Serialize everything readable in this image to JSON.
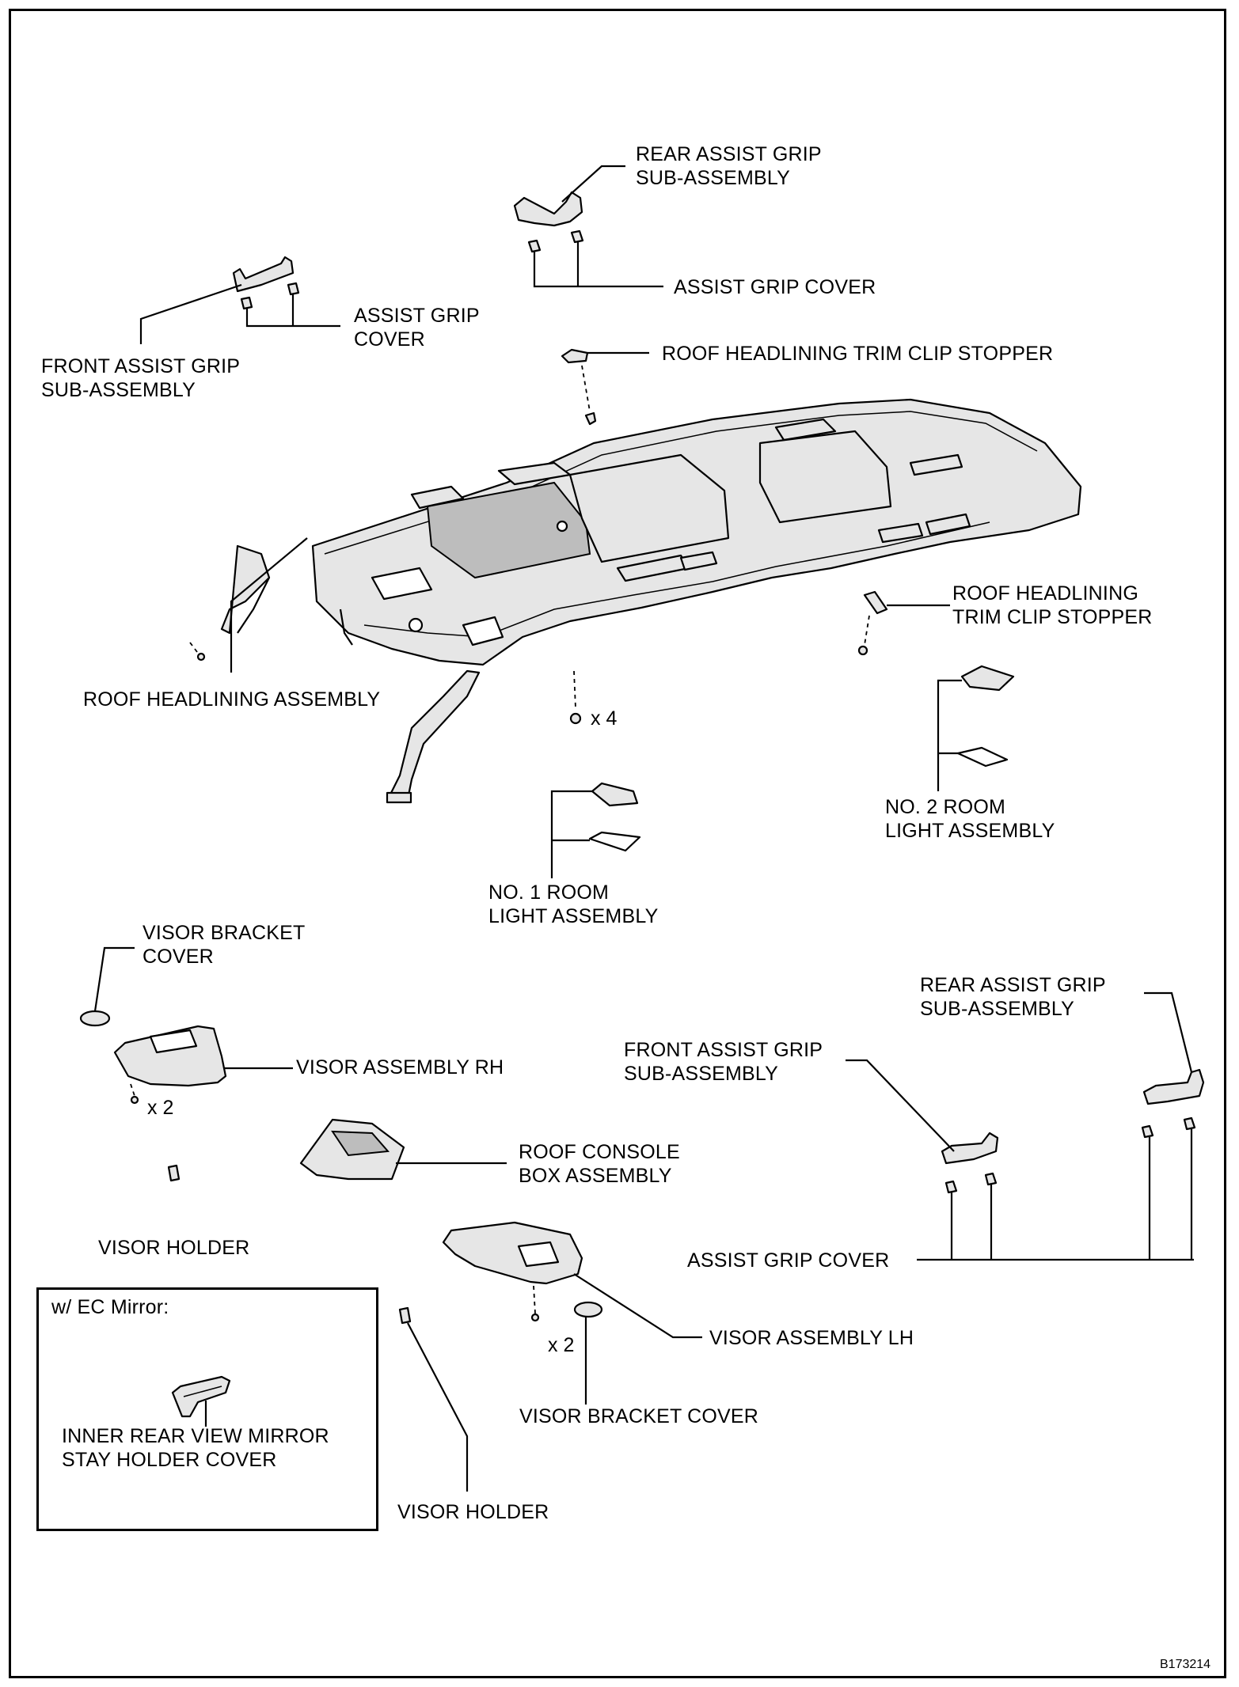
{
  "labels": {
    "rear_grip_top": "REAR ASSIST GRIP\nSUB-ASSEMBLY",
    "assist_grip_cover_top": "ASSIST GRIP COVER",
    "assist_grip_cover_left": "ASSIST GRIP\nCOVER",
    "front_grip_left": "FRONT ASSIST GRIP\nSUB-ASSEMBLY",
    "trim_clip_stopper_top": "ROOF HEADLINING TRIM CLIP STOPPER",
    "trim_clip_stopper_right": "ROOF HEADLINING\nTRIM CLIP STOPPER",
    "roof_headlining": "ROOF HEADLINING ASSEMBLY",
    "no2_room_light": "NO. 2 ROOM\nLIGHT ASSEMBLY",
    "no1_room_light": "NO. 1 ROOM\nLIGHT ASSEMBLY",
    "visor_bracket_cover_top": "VISOR BRACKET\nCOVER",
    "visor_rh": "VISOR ASSEMBLY RH",
    "roof_console": "ROOF CONSOLE\nBOX ASSEMBLY",
    "visor_holder_left": "VISOR HOLDER",
    "rear_grip_right": "REAR ASSIST GRIP\nSUB-ASSEMBLY",
    "front_grip_right": "FRONT ASSIST GRIP\nSUB-ASSEMBLY",
    "assist_grip_cover_bottom": "ASSIST GRIP COVER",
    "visor_lh": "VISOR ASSEMBLY LH",
    "visor_bracket_cover_bottom": "VISOR BRACKET COVER",
    "visor_holder_bottom": "VISOR HOLDER",
    "inset_title": "w/ EC Mirror:",
    "inset_part": "INNER REAR VIEW MIRROR\nSTAY HOLDER COVER"
  },
  "quantities": {
    "headlining_clips": "x 4",
    "visor_rh_screws": "x 2",
    "visor_lh_screws": "x 2"
  },
  "figure_code": "B173214"
}
